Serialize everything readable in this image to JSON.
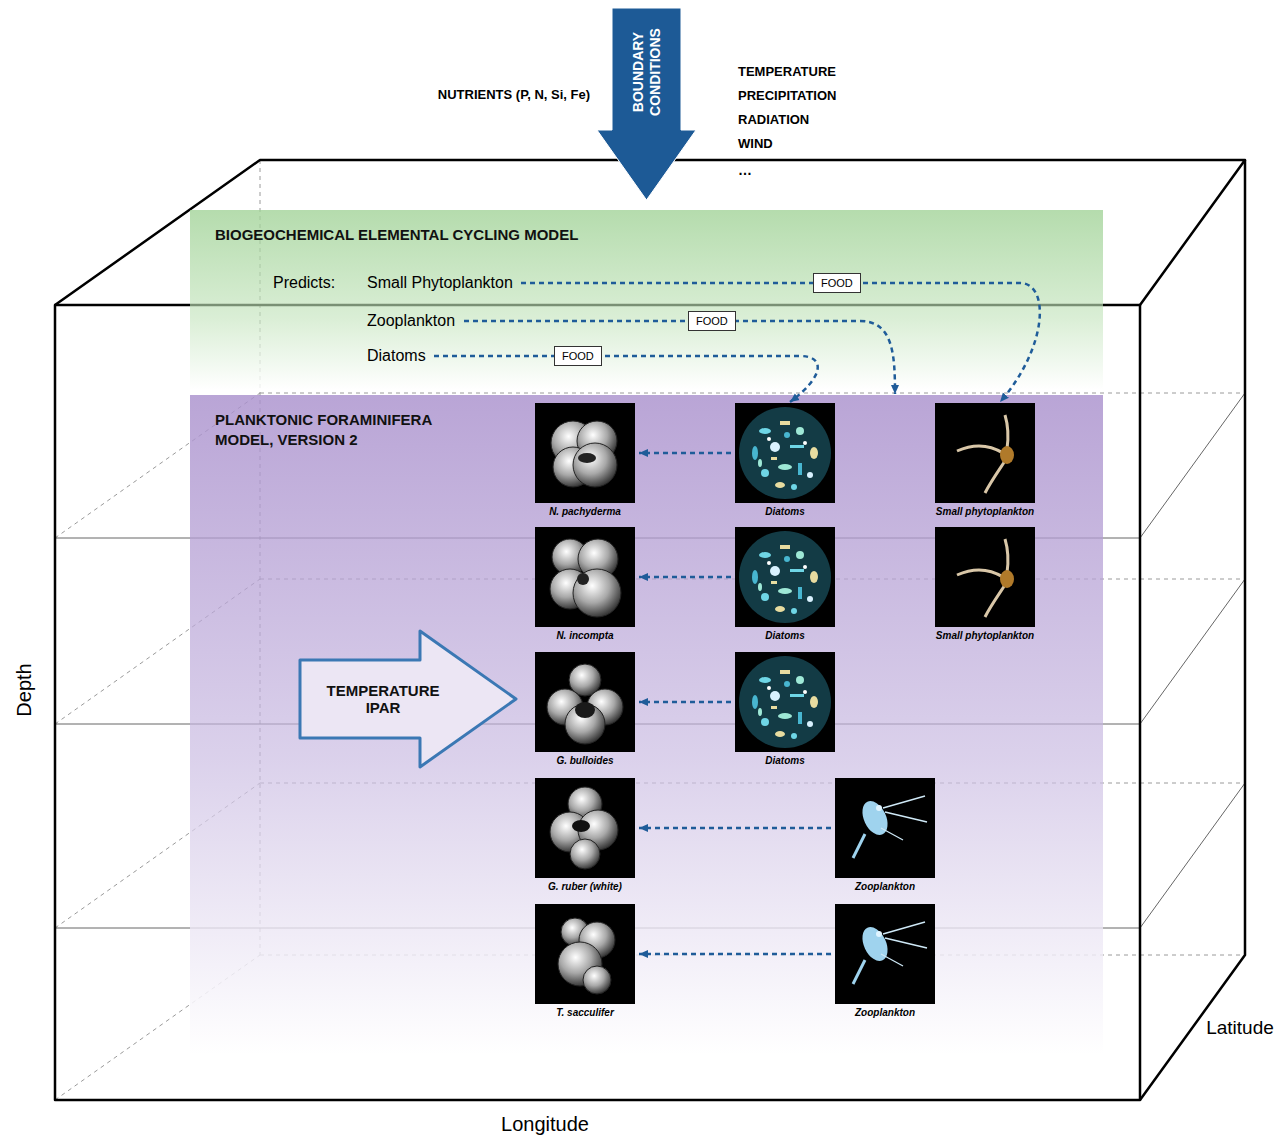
{
  "diagram": {
    "nodes": [
      {
        "text": [
          "BOUNDARY CONDITIONS"
        ]
      },
      {
        "text": [
          "BIOGEOCHEMICAL ELEMENTAL CYCLING MODEL"
        ]
      },
      {
        "text": [
          "Small Phytoplankton"
        ],
        "in": 1
      },
      {
        "text": [
          "Zooplankton"
        ],
        "in": 1
      },
      {
        "text": [
          "Diatoms"
        ],
        "in": 1
      },
      {
        "text": [
          "PLANKTONIC FORAMINIFERA MODEL, VERSION 2"
        ]
      },
      {
        "text": [
          "N. pachyderma"
        ],
        "in": 5
      },
      {
        "text": [
          "Diatoms"
        ],
        "in": 5
      },
      {
        "text": [
          "Small phytoplankton"
        ],
        "in": 5
      },
      {
        "text": [
          "N. incompta"
        ],
        "in": 5
      },
      {
        "text": [
          "Diatoms"
        ],
        "in": 5
      },
      {
        "text": [
          "Small phytoplankton"
        ],
        "in": 5
      },
      {
        "text": [
          "TEMPERATURE IPAR"
        ],
        "in": 5
      },
      {
        "text": [
          "G. bulloides"
        ],
        "in": 5
      },
      {
        "text": [
          "Diatoms"
        ],
        "in": 5
      },
      {
        "text": [
          "G. ruber (white)"
        ],
        "in": 5
      },
      {
        "text": [
          "Zooplankton"
        ],
        "in": 5
      },
      {
        "text": [
          "T. sacculifer"
        ],
        "in": 5
      },
      {
        "text": [
          "Zooplankton"
        ],
        "in": 5
      }
    ],
    "edges": [
      {
        "from": 2,
        "to": 8,
        "arrow": "to",
        "label": "FOOD"
      },
      {
        "from": 3,
        "to": 5,
        "arrow": "to",
        "label": "FOOD"
      },
      {
        "from": 4,
        "to": 7,
        "arrow": "to",
        "label": "FOOD"
      },
      {
        "from": 7,
        "to": 6,
        "arrow": "to"
      },
      {
        "from": 10,
        "to": 9,
        "arrow": "to"
      },
      {
        "from": 14,
        "to": 13,
        "arrow": "to"
      },
      {
        "from": 16,
        "to": 15,
        "arrow": "to"
      },
      {
        "from": 18,
        "to": 17,
        "arrow": "to"
      }
    ],
    "labels": [
      "NUTRIENTS (P, N, Si, Fe)",
      "TEMPERATURE",
      "PRECIPITATION",
      "RADIATION",
      "WIND",
      "…",
      "Predicts:",
      "Depth",
      "Longitude",
      "Latitude"
    ]
  }
}
